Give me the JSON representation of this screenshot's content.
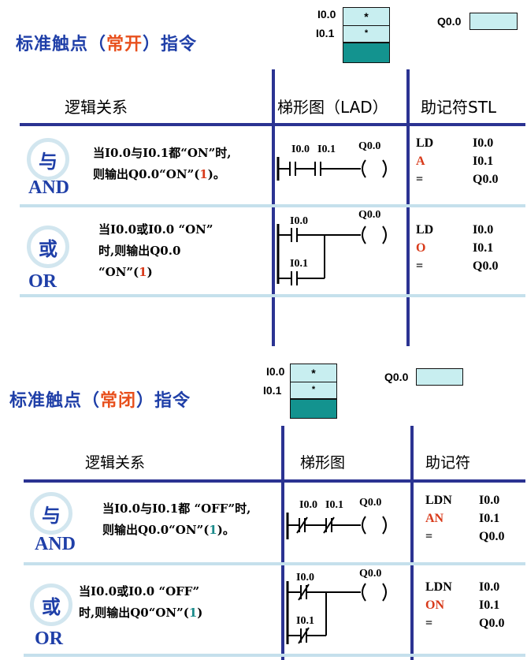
{
  "top": {
    "title_prefix": "标准触点（",
    "title_highlight": "常开",
    "title_suffix": "）指令",
    "inputs": {
      "i00_label": "I0.0",
      "i01_label": "I0.1",
      "i00_state": "*",
      "i01_state": "*"
    },
    "output_label": "Q0.0",
    "headers": {
      "logic": "逻辑关系",
      "ladder": "梯形图（LAD）",
      "stl": "助记符STL"
    },
    "rows": [
      {
        "symbol": "与",
        "eng": "AND",
        "desc_line1": "当I0.0与I0.1都“ON”时,",
        "desc_line2_prefix": "则输出Q0.0“ON”(",
        "desc_line2_num": "1",
        "desc_line2_suffix": ")。",
        "ladder_labels": {
          "c1": "I0.0",
          "c2": "I0.1",
          "coil": "Q0.0"
        },
        "stl": [
          [
            "LD",
            "I0.0"
          ],
          [
            "A",
            "I0.1"
          ],
          [
            "=",
            "Q0.0"
          ]
        ]
      },
      {
        "symbol": "或",
        "eng": "OR",
        "desc_line1": "当I0.0或I0.0 “ON”",
        "desc_line2": "时,则输出Q0.0",
        "desc_line3_prefix": "“ON”(",
        "desc_line3_num": "1",
        "desc_line3_suffix": ")",
        "ladder_labels": {
          "c1": "I0.0",
          "c2": "I0.1",
          "coil": "Q0.0"
        },
        "stl": [
          [
            "LD",
            "I0.0"
          ],
          [
            "O",
            "I0.1"
          ],
          [
            "=",
            "Q0.0"
          ]
        ]
      }
    ]
  },
  "bottom": {
    "title_prefix": "标准触点（",
    "title_highlight": "常闭",
    "title_suffix": "）指令",
    "inputs": {
      "i00_label": "I0.0",
      "i01_label": "I0.1",
      "i00_state": "*",
      "i01_state": "*"
    },
    "output_label": "Q0.0",
    "headers": {
      "logic": "逻辑关系",
      "ladder": "梯形图",
      "stl": "助记符"
    },
    "rows": [
      {
        "symbol": "与",
        "eng": "AND",
        "desc_line1": "当I0.0与I0.1都 “OFF”时,",
        "desc_line2_prefix": "则输出Q0.0“ON”(",
        "desc_line2_num": "1",
        "desc_line2_suffix": ")。",
        "ladder_labels": {
          "c1": "I0.0",
          "c2": "I0.1",
          "coil": "Q0.0"
        },
        "stl": [
          [
            "LDN",
            "I0.0"
          ],
          [
            "AN",
            "I0.1"
          ],
          [
            "=",
            "Q0.0"
          ]
        ]
      },
      {
        "symbol": "或",
        "eng": "OR",
        "desc_line1": "当I0.0或I0.0 “OFF”",
        "desc_line2_prefix": "时,则输出Q0“ON”(",
        "desc_line2_num": "1",
        "desc_line2_suffix": ")",
        "ladder_labels": {
          "c1": "I0.0",
          "c2": "I0.1",
          "coil": "Q0.0"
        },
        "stl": [
          [
            "LDN",
            "I0.0"
          ],
          [
            "ON",
            "I0.1"
          ],
          [
            "=",
            "Q0.0"
          ]
        ]
      }
    ]
  }
}
